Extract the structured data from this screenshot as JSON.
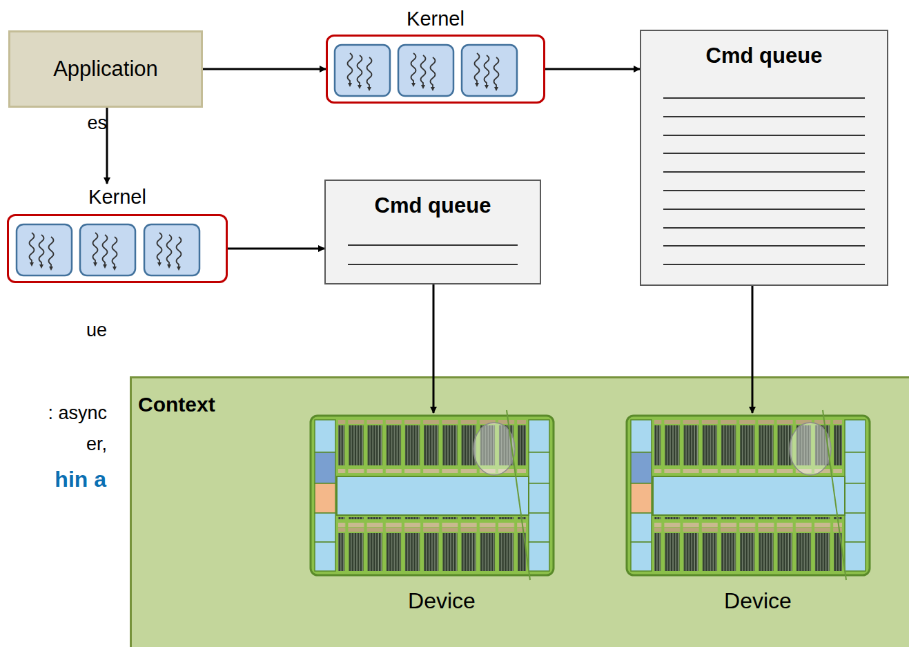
{
  "diagram": {
    "nodes": [
      {
        "text": [
          "Application"
        ]
      },
      {
        "text": [
          "Kernel"
        ]
      },
      {
        "text": [
          "Cmd queue"
        ]
      },
      {
        "text": [
          "Kernel"
        ]
      },
      {
        "text": [
          "Cmd queue"
        ]
      },
      {
        "text": [
          "Context"
        ]
      },
      {
        "text": [
          "Device"
        ],
        "in": 5
      },
      {
        "text": [
          "Device"
        ],
        "in": 5
      }
    ],
    "edges": [
      {
        "from": 0,
        "to": 1,
        "arrow": "to"
      },
      {
        "from": 0,
        "to": 3,
        "arrow": "to"
      },
      {
        "from": 1,
        "to": 2,
        "arrow": "to"
      },
      {
        "from": 3,
        "to": 4,
        "arrow": "to"
      },
      {
        "from": 4,
        "to": 6,
        "arrow": "to"
      },
      {
        "from": 2,
        "to": 7,
        "arrow": "to"
      }
    ],
    "labels": [
      "es",
      "ue",
      ": async",
      "er,",
      "hin a"
    ]
  }
}
